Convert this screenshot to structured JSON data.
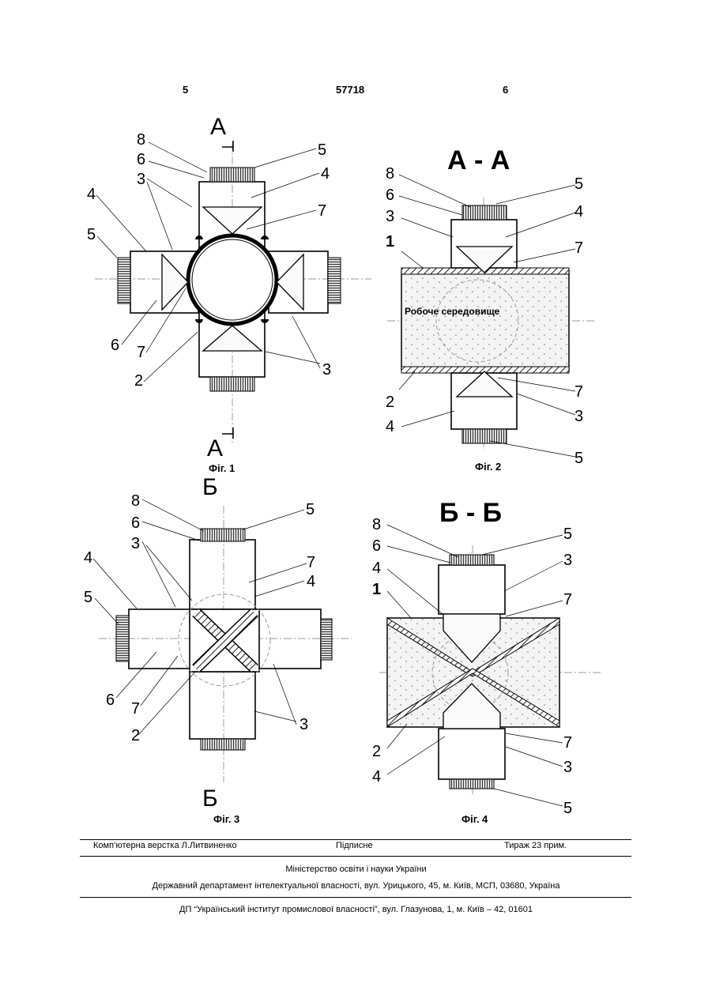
{
  "header": {
    "page_left": "5",
    "patent_number": "57718",
    "page_right": "6"
  },
  "figures": {
    "fig1": {
      "caption": "Фіг. 1",
      "section_top": "А",
      "section_bottom": "А",
      "callouts": {
        "n8": "8",
        "n6a": "6",
        "n3a": "3",
        "n4a": "4",
        "n5a": "5",
        "n6b": "6",
        "n7a": "7",
        "n2": "2",
        "n5b": "5",
        "n4b": "4",
        "n7b": "7",
        "n3b": "3"
      }
    },
    "fig2": {
      "caption": "Фіг. 2",
      "title": "А - А",
      "medium_label": "Робоче середовище",
      "callouts": {
        "n8": "8",
        "n6": "6",
        "n3a": "3",
        "n1": "1",
        "n5a": "5",
        "n4a": "4",
        "n7a": "7",
        "n2": "2",
        "n4b": "4",
        "n7b": "7",
        "n3b": "3",
        "n5b": "5"
      }
    },
    "fig3": {
      "caption": "Фіг. 3",
      "section_top": "Б",
      "section_bottom": "Б",
      "callouts": {
        "n8": "8",
        "n6a": "6",
        "n3a": "3",
        "n4a": "4",
        "n5a": "5",
        "n6b": "6",
        "n7a": "7",
        "n2": "2",
        "n5b": "5",
        "n7b": "7",
        "n4b": "4",
        "n3b": "3"
      }
    },
    "fig4": {
      "caption": "Фіг. 4",
      "title": "Б - Б",
      "callouts": {
        "n8": "8",
        "n6": "6",
        "n4a": "4",
        "n1": "1",
        "n5a": "5",
        "n3a": "3",
        "n7a": "7",
        "n2": "2",
        "n4b": "4",
        "n7b": "7",
        "n3b": "3",
        "n5b": "5"
      }
    }
  },
  "footer": {
    "typesetting": "Комп’ютерна верстка Л.Литвиненко",
    "signed": "Підписне",
    "circulation": "Тираж 23 прим.",
    "ministry": "Міністерство освіти і науки України",
    "department": "Державний департамент інтелектуальної власності, вул. Урицького, 45, м. Київ, МСП, 03680, Україна",
    "institute": "ДП “Український інститут промислової власності”, вул. Глазунова, 1, м. Київ – 42, 01601"
  }
}
